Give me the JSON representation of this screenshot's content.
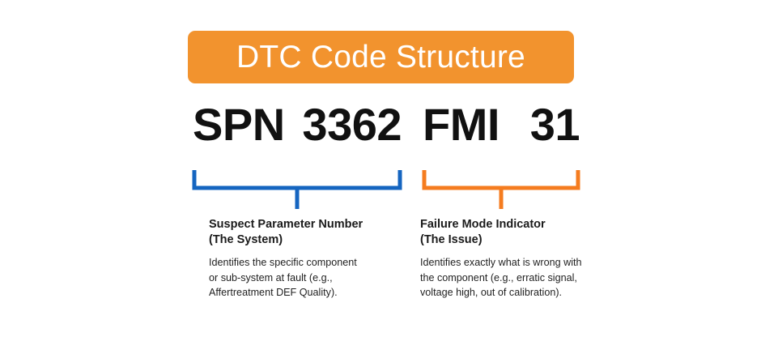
{
  "page": {
    "title": "DTC Code Structure",
    "background_color": "#ffffff"
  },
  "banner": {
    "label": "DTC Code Structure",
    "background_color": "#F2932E",
    "text_color": "#ffffff"
  },
  "code": {
    "spn": {
      "label": "SPN",
      "value": "3362"
    },
    "fmi": {
      "label": "FMI",
      "value": "31"
    },
    "text_color": "#111111"
  },
  "brackets": {
    "left_color": "#1565C0",
    "right_color": "#F57C1F"
  },
  "captions": {
    "left": {
      "heading": "Suspect Parameter Number",
      "subheading": "(The System)",
      "body_lines": [
        "Identifies the specific component",
        "or sub-system at fault (e.g.,",
        "Affertreatment DEF Quality)."
      ]
    },
    "right": {
      "heading": "Failure Mode Indicator",
      "subheading": "(The Issue)",
      "body_lines": [
        "Identifies exactly what is wrong with",
        "the component (e.g., erratic signal,",
        "voltage high, out of calibration)."
      ]
    }
  }
}
